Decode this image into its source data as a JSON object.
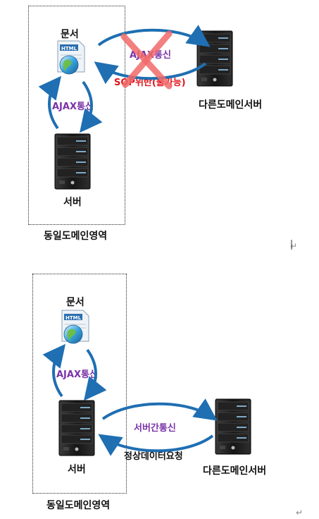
{
  "top": {
    "document_label": "문서",
    "html_badge": "HTML",
    "ajax_vertical_label": "AJAX통신",
    "ajax_horizontal_label": "AJAX통신",
    "sop_violation_label": "SOP위반(불가능)",
    "server_label": "서버",
    "other_server_label": "다른도메인서버",
    "region_label": "동일도메인영역"
  },
  "bottom": {
    "document_label": "문서",
    "html_badge": "HTML",
    "ajax_vertical_label": "AJAX통신",
    "server_to_server_label": "서버간통신",
    "normal_request_label": "정상데이터요청",
    "server_label": "서버",
    "other_server_label": "다른도메인서버",
    "region_label": "동일도메인영역"
  },
  "colors": {
    "arrow_blue": "#1f6fb2",
    "ajax_purple": "#7a33a8",
    "blocked_red": "#e3141a",
    "server_black": "#1c1c1c"
  },
  "icons": [
    "html-document-globe-icon",
    "server-tower-icon",
    "cross-mark-icon",
    "paragraph-mark-icon"
  ]
}
